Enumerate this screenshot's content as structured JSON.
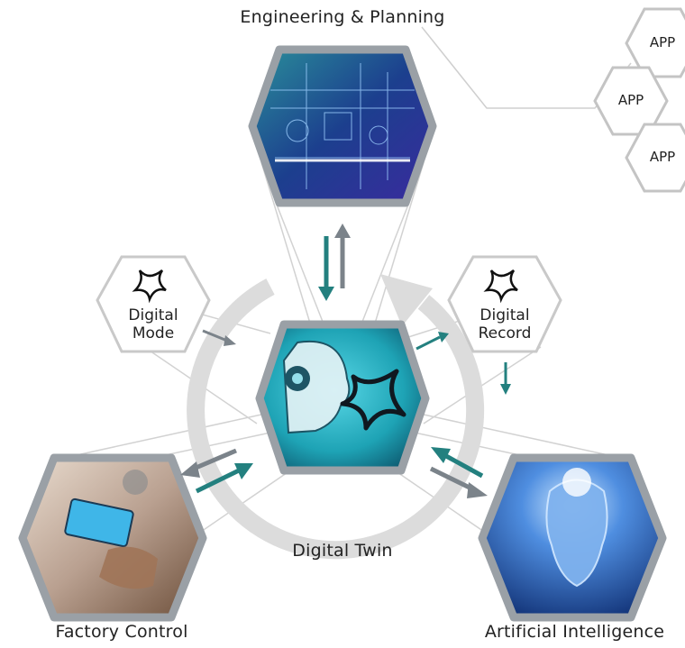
{
  "diagram": {
    "labels": {
      "engineering": "Engineering & Planning",
      "digital_twin": "Digital Twin",
      "factory_control": "Factory Control",
      "artificial_intelligence": "Artificial Intelligence",
      "digital_mode": [
        "Digital",
        "Mode"
      ],
      "digital_record": [
        "Digital",
        "Record"
      ],
      "apps": [
        "APP",
        "APP",
        "APP"
      ]
    },
    "colors": {
      "frame": "#9aa0a6",
      "frame_light": "#c9c9c9",
      "line": "#d0d0d0",
      "teal": "#23807f",
      "grey_arrow": "#7b838a",
      "ring": "#dcdcdc",
      "engineering_fill": "#1c3f8e",
      "twin_fill": "#1ea3b5",
      "factory_fill": "#b9a090",
      "ai_fill": "#1e4fa8"
    },
    "icons": {
      "digital_mode": "four-point-star-icon",
      "digital_record": "four-point-star-icon",
      "twin_logo": "four-point-star-icon"
    }
  }
}
